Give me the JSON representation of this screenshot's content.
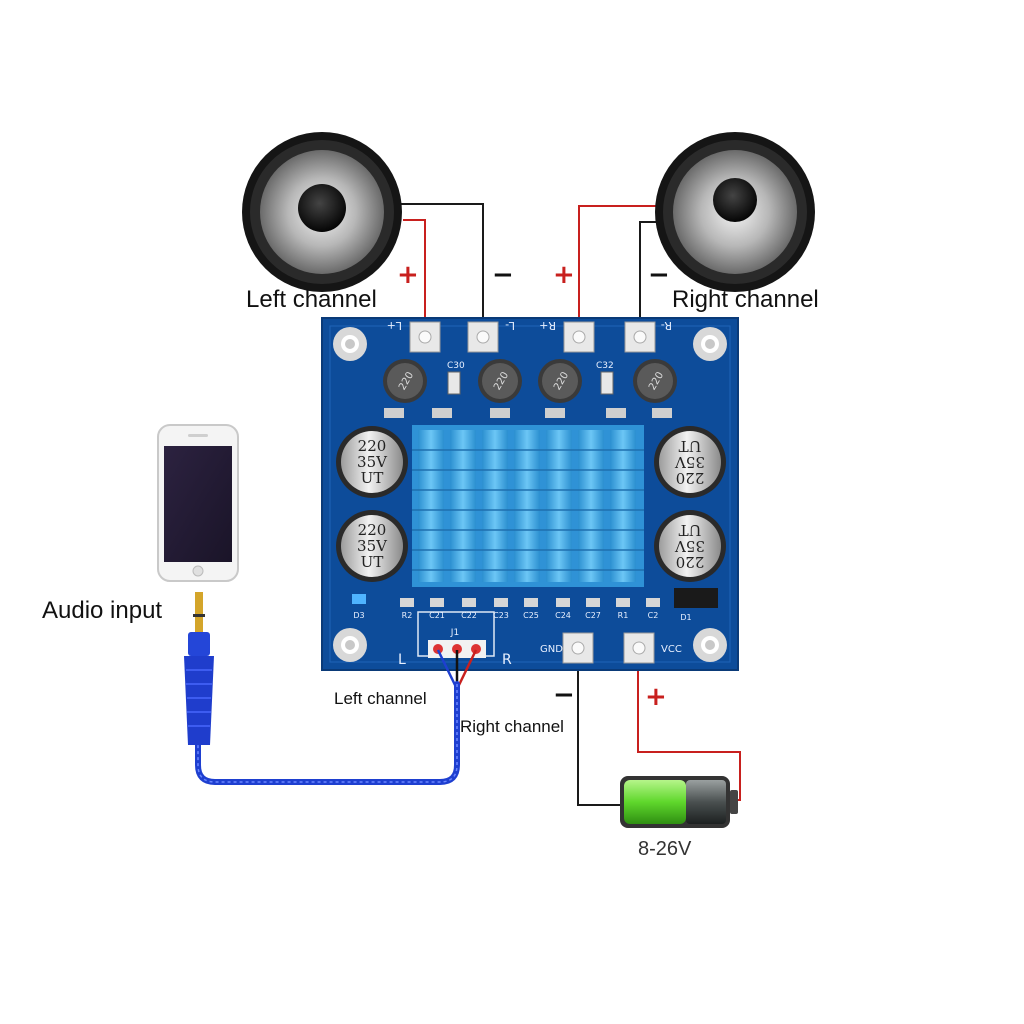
{
  "labels": {
    "left_channel_speaker": "Left channel",
    "right_channel_speaker": "Right channel",
    "audio_input": "Audio input",
    "left_channel_wire": "Left channel",
    "right_channel_wire": "Right channel",
    "battery_voltage": "8-26V"
  },
  "polarity": {
    "plus": "+",
    "minus": "−"
  },
  "board": {
    "terminals_top": [
      "L+",
      "L-",
      "R+",
      "R-"
    ],
    "terminals_bottom": [
      "GND",
      "VCC"
    ],
    "input_side_left": "L",
    "input_side_right": "R",
    "small_caps_top": [
      "C30",
      "C32"
    ],
    "inductor_marking": "220",
    "big_caps_marking": [
      "220",
      "35V",
      "UT"
    ],
    "component_row": [
      "D3",
      "R2",
      "C21",
      "C22",
      "C23",
      "C25",
      "C24",
      "C27",
      "R1",
      "C2",
      "D1"
    ],
    "jack_marking": "J1"
  },
  "colors": {
    "pcb": "#0d4c9a",
    "heatsink": "#3fa7e6",
    "wire_red": "#c8201e",
    "wire_black": "#1a1a1a",
    "cable_blue": "#1e3fd0",
    "battery_green": "#6ee23a"
  }
}
